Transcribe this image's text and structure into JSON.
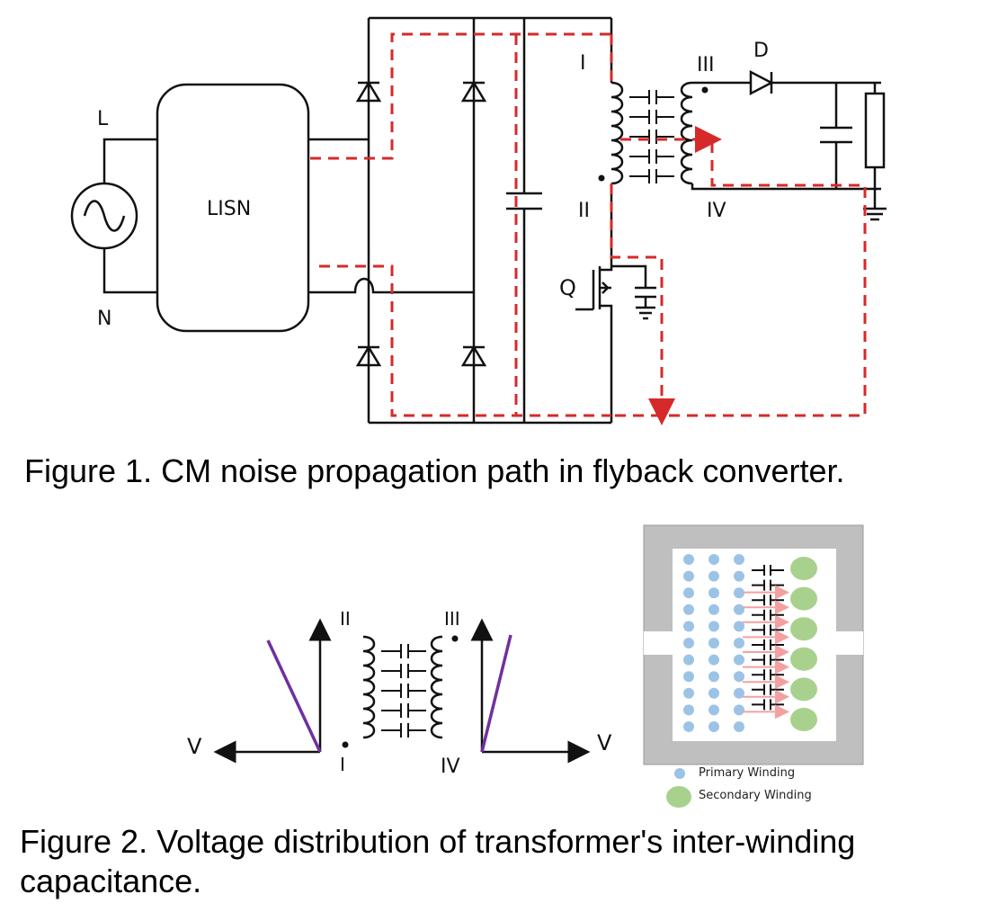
{
  "figure1": {
    "caption": "Figure 1. CM noise propagation path in flyback converter.",
    "labels": {
      "line": "L",
      "neutral": "N",
      "lisn": "LISN",
      "winding1": "I",
      "winding2": "II",
      "winding3": "III",
      "winding4": "IV",
      "diode": "D",
      "switch": "Q"
    },
    "colors": {
      "wire": "#111111",
      "noise_path": "#d62a2a"
    }
  },
  "figure2": {
    "caption_line1": "Figure 2. Voltage distribution of transformer's inter-winding",
    "caption_line2": "capacitance.",
    "labels": {
      "winding1": "I",
      "winding2": "II",
      "winding3": "III",
      "winding4": "IV",
      "voltage_left": "V",
      "voltage_right": "V"
    },
    "legend": [
      {
        "label": "Primary Winding",
        "color": "#9cc3e6"
      },
      {
        "label": "Secondary Winding",
        "color": "#a9d18e"
      }
    ],
    "colors": {
      "voltage_line": "#7030a0",
      "core": "#bfbfbf",
      "arrow": "#f4a0a0"
    }
  }
}
